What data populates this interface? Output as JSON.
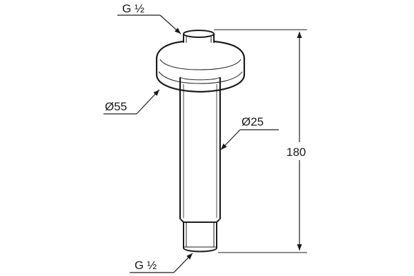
{
  "drawing": {
    "thread_top_label": "G ½",
    "flange_diameter_label": "Ø55",
    "pipe_diameter_label": "Ø25",
    "length_label": "180",
    "thread_bottom_label": "G ½"
  },
  "colors": {
    "line": "#1a1a1a",
    "background": "#ffffff"
  }
}
